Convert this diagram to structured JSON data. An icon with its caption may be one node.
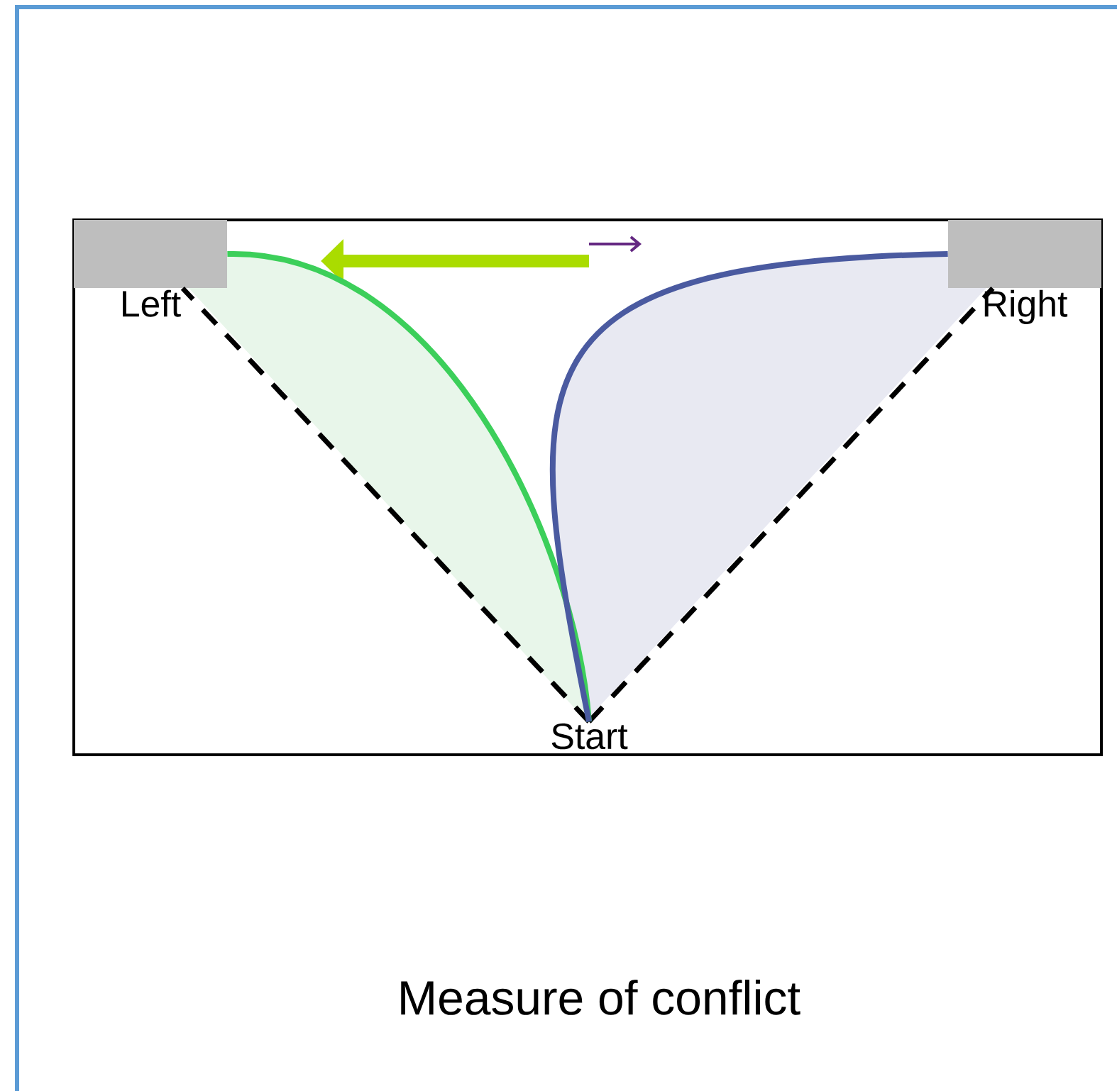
{
  "diagram": {
    "caption": "Measure of conflict",
    "nodes": [
      {
        "text": [
          "Left"
        ]
      },
      {
        "text": [
          "Right"
        ]
      },
      {
        "text": [
          "Start"
        ]
      }
    ],
    "edges": [
      {
        "from": 2,
        "to": 0,
        "arrow": "none",
        "style": "dashed"
      },
      {
        "from": 2,
        "to": 1,
        "arrow": "none",
        "style": "dashed"
      },
      {
        "from": 2,
        "to": 0,
        "arrow": "none",
        "color": "#3ccf5a"
      },
      {
        "from": 2,
        "to": 1,
        "arrow": "none",
        "color": "#4a5aa0"
      }
    ]
  }
}
